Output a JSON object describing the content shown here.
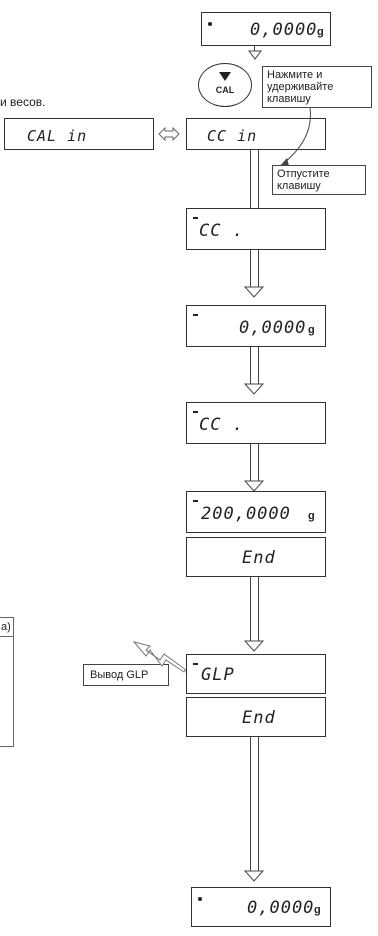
{
  "displays": {
    "d1": {
      "value": "0,0000",
      "unit": "g"
    },
    "d2": {
      "value": "CC  in"
    },
    "d2_left": {
      "value": "CAL  in"
    },
    "d3": {
      "value": "CC ."
    },
    "d4": {
      "value": "0,0000",
      "unit": "g"
    },
    "d5": {
      "value": "CC    ."
    },
    "d6": {
      "value": "200,0000",
      "unit": "g"
    },
    "d7": {
      "value": "End"
    },
    "d8": {
      "value": "GLP"
    },
    "d9": {
      "value": "End"
    },
    "d10": {
      "value": "0,0000",
      "unit": "g"
    }
  },
  "cal_key": {
    "label": "CAL"
  },
  "callouts": {
    "press_hold": "Нажмите и удерживайте клавишу",
    "release": "Отпустите клавишу",
    "glp_output": "Вывод GLP"
  },
  "cropped_text": {
    "vesov": "и весов.",
    "paren": "а)"
  }
}
